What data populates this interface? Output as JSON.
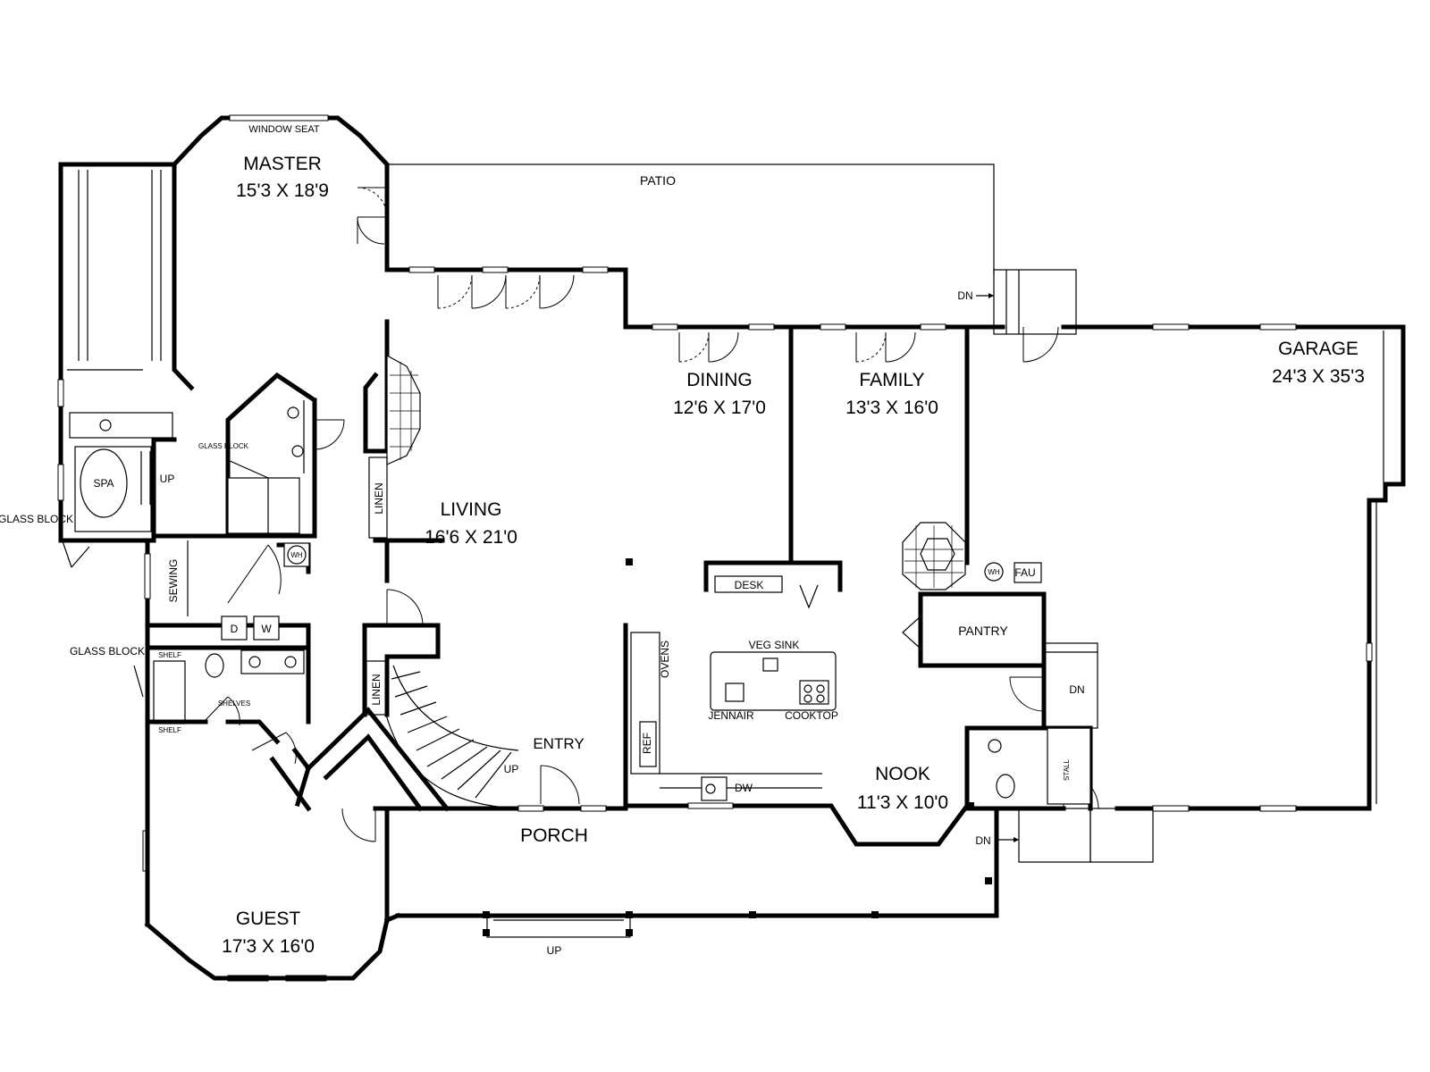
{
  "rooms": {
    "master": {
      "name": "MASTER",
      "dims": "15'3 X 18'9"
    },
    "patio": {
      "name": "PATIO"
    },
    "dining": {
      "name": "DINING",
      "dims": "12'6 X 17'0"
    },
    "family": {
      "name": "FAMILY",
      "dims": "13'3 X 16'0"
    },
    "garage": {
      "name": "GARAGE",
      "dims": "24'3 X 35'3"
    },
    "living": {
      "name": "LIVING",
      "dims": "16'6 X 21'0"
    },
    "nook": {
      "name": "NOOK",
      "dims": "11'3 X 10'0"
    },
    "guest": {
      "name": "GUEST",
      "dims": "17'3 X 16'0"
    },
    "porch": {
      "name": "PORCH"
    },
    "entry": {
      "name": "ENTRY"
    },
    "pantry": {
      "name": "PANTRY"
    }
  },
  "labels": {
    "window_seat": "WINDOW SEAT",
    "spa": "SPA",
    "up_spa": "UP",
    "glass_block_spa": "GLASS BLOCK",
    "glass_block_closet": "GLASS BLOCK",
    "glass_block_bath": "GLASS BLOCK",
    "sewing": "SEWING",
    "dryer": "D",
    "washer": "W",
    "shelf_top": "SHELF",
    "shelf_bottom": "SHELF",
    "shelves": "SHELVES",
    "linen_upper": "LINEN",
    "linen_lower": "LINEN",
    "wh_master": "WH",
    "wh_garage": "WH",
    "fau": "FAU",
    "desk": "DESK",
    "ovens": "OVENS",
    "ref": "REF",
    "veg_sink": "VEG SINK",
    "jennair": "JENNAIR",
    "cooktop": "COOKTOP",
    "dw": "DW",
    "up_stair": "UP",
    "up_porch": "UP",
    "dn_patio": "DN",
    "dn_garage": "DN",
    "dn_porch": "DN",
    "stall": "STALL"
  }
}
